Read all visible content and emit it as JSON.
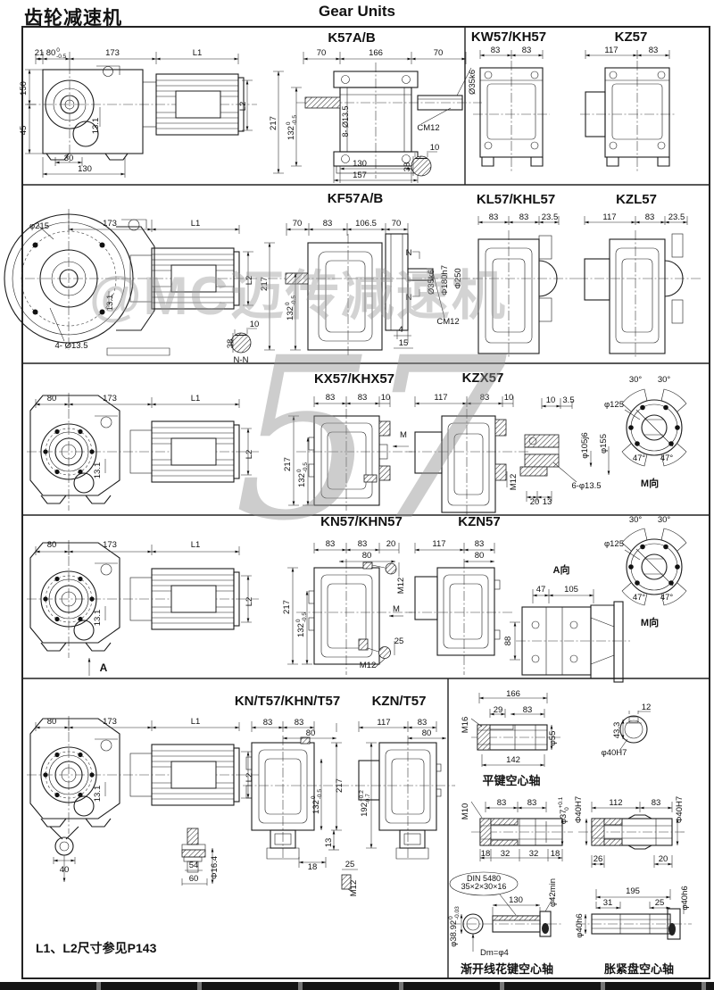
{
  "page": {
    "title_left": "齿轮减速机",
    "title_center": "Gear Units",
    "footer_note": "L1、L2尺寸参见P143",
    "watermark_text": "@MC迈传减速机",
    "watermark_number": "57"
  },
  "row1": {
    "left": {
      "d21": "21",
      "d80": {
        "main": "80",
        "up": "0",
        "dn": "-0.5"
      },
      "d173": "173",
      "dL1": "L1",
      "d150": "150",
      "d45": "45",
      "d13_1": "13.1",
      "d30": "30",
      "d130": "130",
      "dL2": "L2"
    },
    "k57": {
      "title": "K57A/B",
      "d70a": "70",
      "d166": "166",
      "d70b": "70",
      "d217": "217",
      "d132": {
        "main": "132",
        "up": "0",
        "dn": "-0.5"
      },
      "d8_13_5": "8- Ø13.5",
      "d35k6": "Ø35k6",
      "cm12": "CM12",
      "d130": "130",
      "d157": "157",
      "key38": "38",
      "key10": "10"
    },
    "kw57": {
      "title": "KW57/KH57",
      "d83a": "83",
      "d83b": "83"
    },
    "kz57": {
      "title": "KZ57",
      "d117": "117",
      "d83": "83"
    }
  },
  "row2": {
    "left": {
      "d215": "φ215",
      "d173": "173",
      "dL1": "L1",
      "dL2": "L2",
      "d13_1": "13.1",
      "d4_13_5": "4- Ø13.5",
      "key38": "38",
      "key10": "10",
      "nn": "N-N"
    },
    "kf57": {
      "title": "KF57A/B",
      "d70a": "70",
      "d83": "83",
      "d106_5": "106.5",
      "d70b": "70",
      "d217": "217",
      "d132": {
        "main": "132",
        "up": "0",
        "dn": "-0.5"
      },
      "n1": "N",
      "n2": "N",
      "d35k6": "Ø35k6",
      "d180h7": "Φ180h7",
      "d250": "Φ250",
      "cm12": "CM12",
      "d4": "4",
      "d15": "15"
    },
    "kl57": {
      "title": "KL57/KHL57",
      "d83a": "83",
      "d83b": "83",
      "d23_5": "23.5"
    },
    "kzl57": {
      "title": "KZL57",
      "d117": "117",
      "d83": "83",
      "d23_5": "23.5"
    }
  },
  "row3": {
    "left": {
      "d80": "80",
      "d173": "173",
      "dL1": "L1",
      "dL2": "L2",
      "d13_1": "13.1"
    },
    "kx57": {
      "title": "KX57/KHX57",
      "d83a": "83",
      "d83b": "83",
      "d10": "10",
      "d217": "217",
      "d132": {
        "main": "132",
        "up": "0",
        "dn": "-0.5"
      },
      "m": "M"
    },
    "kzx57": {
      "title": "KZX57",
      "d117": "117",
      "d83": "83",
      "d10": "10",
      "m12": "M12"
    },
    "section": {
      "d10": "10",
      "d3_5": "3.5",
      "d105j6": "φ105j6",
      "d155": "φ155",
      "d6_13_5": "6-φ13.5",
      "d20": "20",
      "d13": "13"
    },
    "mview": {
      "a30a": "30°",
      "a30b": "30°",
      "d125": "φ125",
      "a47a": "47°",
      "a47b": "47°",
      "label": "M向"
    }
  },
  "row4": {
    "left": {
      "d80": "80",
      "d173": "173",
      "dL1": "L1",
      "dL2": "L2",
      "d13_1": "13.1",
      "a": "A"
    },
    "kn57": {
      "title": "KN57/KHN57",
      "d83a": "83",
      "d83b": "83",
      "d20": "20",
      "d80": "80",
      "d217": "217",
      "d132": {
        "main": "132",
        "up": "0",
        "dn": "-0.5"
      },
      "m12a": "M12",
      "m": "M",
      "d25": "25",
      "m12b": "M12"
    },
    "kzn57": {
      "title": "KZN57",
      "d117": "117",
      "d83": "83",
      "d80": "80",
      "d88": "88"
    },
    "aview": {
      "label": "A向",
      "d47": "47",
      "d105": "105"
    },
    "mview": {
      "a30a": "30°",
      "a30b": "30°",
      "d125": "φ125",
      "a47a": "47°",
      "a47b": "47°",
      "label": "M向"
    }
  },
  "row5": {
    "left": {
      "d80": "80",
      "d173": "173",
      "dL1": "L1",
      "dL2": "L2",
      "d13_1": "13.1",
      "d40": "40",
      "d54": "54",
      "d60": "60",
      "d16_4": "Φ16.4"
    },
    "knt57": {
      "title": "KN/T57/KHN/T57",
      "d83a": "83",
      "d83b": "83",
      "d80": "80",
      "d217": "217",
      "d132": {
        "main": "132",
        "up": "0",
        "dn": "-0.5"
      },
      "d13": "13",
      "d18": "18",
      "d25": "25",
      "m12": "M12"
    },
    "kznt57": {
      "title": "KZN/T57",
      "d117": "117",
      "d83": "83",
      "d80": "80",
      "d192": {
        "main": "192",
        "up": "+0.2",
        "dn": "-0.7"
      }
    },
    "shaft_key": {
      "d166": "166",
      "d29": "29",
      "d83": "83",
      "m16": "M16",
      "d142": "142",
      "d55": "φ55",
      "d12": "12",
      "d43_3": "43.3",
      "d40h7": "φ40H7",
      "caption": "平键空心轴"
    },
    "shaft_spline_a": {
      "m10": "M10",
      "d83a": "83",
      "d83b": "83",
      "d37": {
        "main": "φ37",
        "up": "+0.1",
        "dn": "0"
      },
      "d18a": "18",
      "d32a": "32",
      "d32b": "32",
      "d18b": "18"
    },
    "shaft_spline_b": {
      "d40h7a": "Φ40H7",
      "d112": "112",
      "d83": "83",
      "d40h7b": "Φ40H7",
      "d26": "26",
      "d20": "20"
    },
    "shaft_involute": {
      "din1": "DIN 5480",
      "din2": "35×2×30×16",
      "d130": "130",
      "d42min": "φ42min",
      "d38_92": {
        "main": "φ38.92",
        "up": "0",
        "dn": "-0.03"
      },
      "dm": "Dm=φ4",
      "caption": "渐开线花键空心轴"
    },
    "shaft_shrink": {
      "d195": "195",
      "d31": "31",
      "d25": "25",
      "d40h6a": "φ40h6",
      "d40h6b": "φ40h6",
      "caption": "胀紧盘空心轴"
    }
  }
}
